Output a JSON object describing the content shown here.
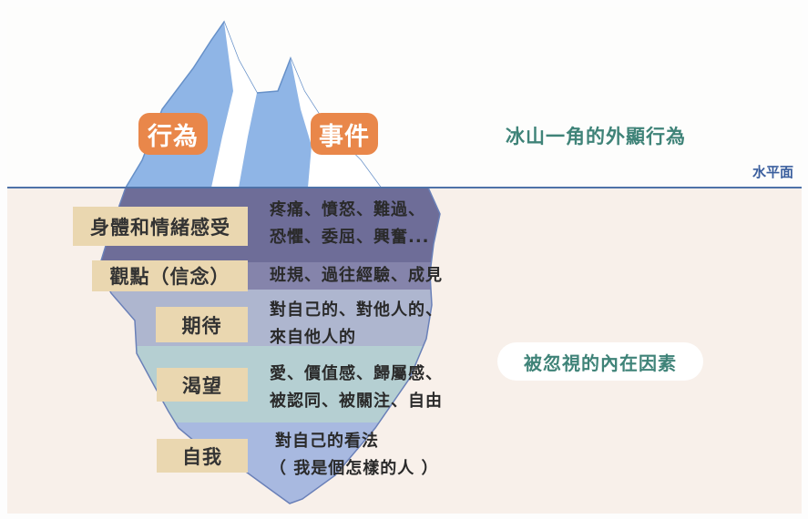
{
  "above": {
    "tag_behavior": "行為",
    "tag_events": "事件",
    "heading": "冰山一角的外顯行為",
    "water_label": "水平面"
  },
  "layers": [
    {
      "label": "身體和情緒感受",
      "desc_lines": [
        "疼痛、憤怒、難過、",
        "恐懼、委屈、興奮..."
      ]
    },
    {
      "label": "觀點（信念）",
      "desc_lines": [
        "班規、過往經驗、成見"
      ]
    },
    {
      "label": "期待",
      "desc_lines": [
        "對自己的、對他人的、",
        "來自他人的"
      ]
    },
    {
      "label": "渴望",
      "desc_lines": [
        "愛、價值感、歸屬感、",
        "被認同、被關注、自由"
      ]
    },
    {
      "label": "自我",
      "desc_lines": [
        "對自己的看法",
        "（ 我是個怎樣的人 ）"
      ]
    }
  ],
  "below_heading": "被忽視的內在因素",
  "colors": {
    "orange_tag": "#e9874a",
    "beige_tag": "#ead7b0",
    "green_text": "#3f8378",
    "water_line": "#4e72a8",
    "ice_blue": "#8fb5e6",
    "deep_layer": "#6e6d98"
  }
}
